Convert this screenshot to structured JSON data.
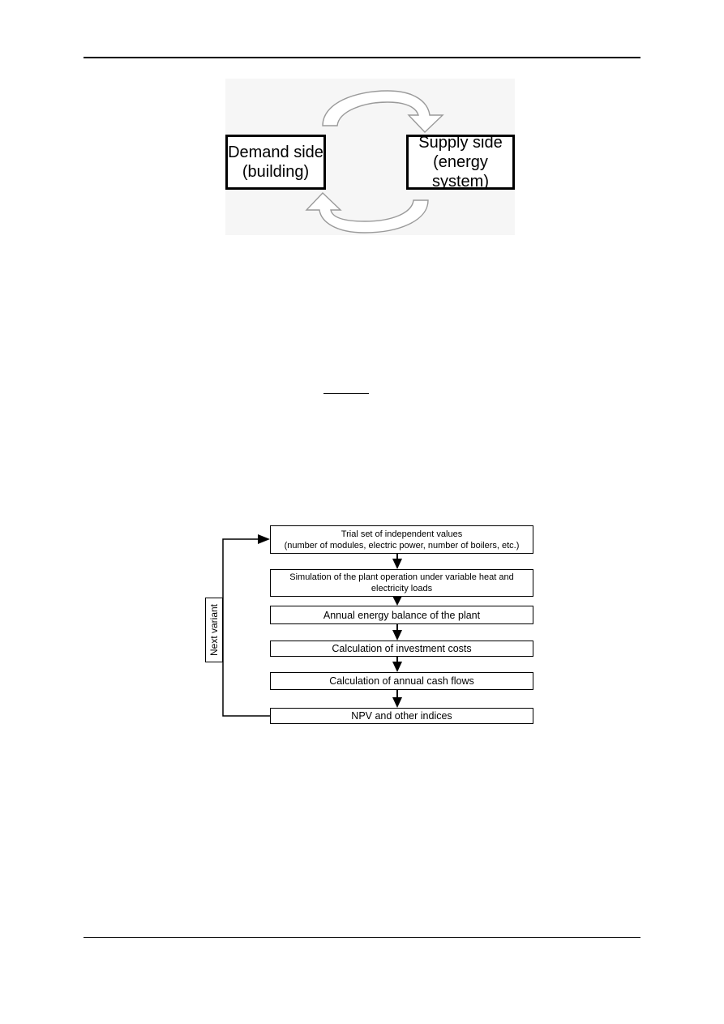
{
  "figure1": {
    "demand_box": "Demand side\n(building)",
    "supply_box": "Supply side\n(energy system)"
  },
  "figure2": {
    "steps": [
      "Trial set of independent values\n(number of modules, electric power, number of boilers, etc.)",
      "Simulation of the plant operation under variable heat and\nelectricity loads",
      "Annual energy balance of the plant",
      "Calculation of investment costs",
      "Calculation of annual cash flows",
      "NPV and other indices"
    ],
    "loop_label": "Next variant"
  }
}
